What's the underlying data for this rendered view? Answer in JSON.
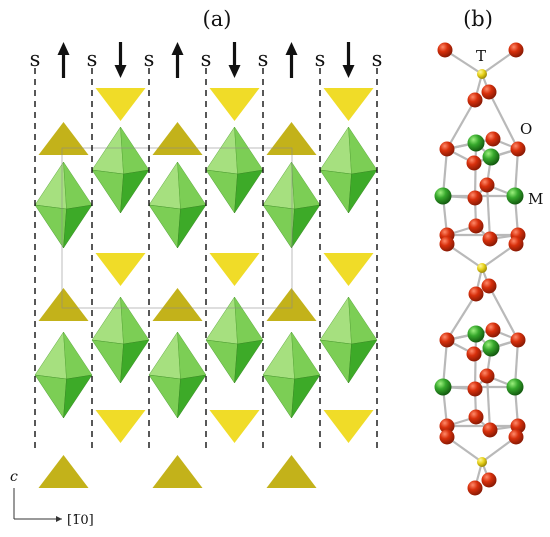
{
  "panels": {
    "a": {
      "label": "(a)"
    },
    "b": {
      "label": "(b)"
    }
  },
  "slip_marker": "s",
  "spin_arrows": [
    "up",
    "down",
    "up",
    "down",
    "up",
    "down"
  ],
  "axes": {
    "vertical": "c",
    "horizontal": "[1̅0]"
  },
  "atom_labels": {
    "tetrahedral": "T",
    "oxygen": "O",
    "metal": "M"
  },
  "colors": {
    "octahedron_light": "#a6e07f",
    "octahedron_mid": "#7cce55",
    "octahedron_dark": "#3daa28",
    "tetrahedron": "#f0dc28",
    "tetrahedron_dark": "#c3b21a",
    "oxygen_atom": "#cc2a0a",
    "metal_atom": "#2f9e2a",
    "t_atom": "#e8d31c",
    "bond": "#b9b9b9",
    "dashed_line": "#111111"
  }
}
